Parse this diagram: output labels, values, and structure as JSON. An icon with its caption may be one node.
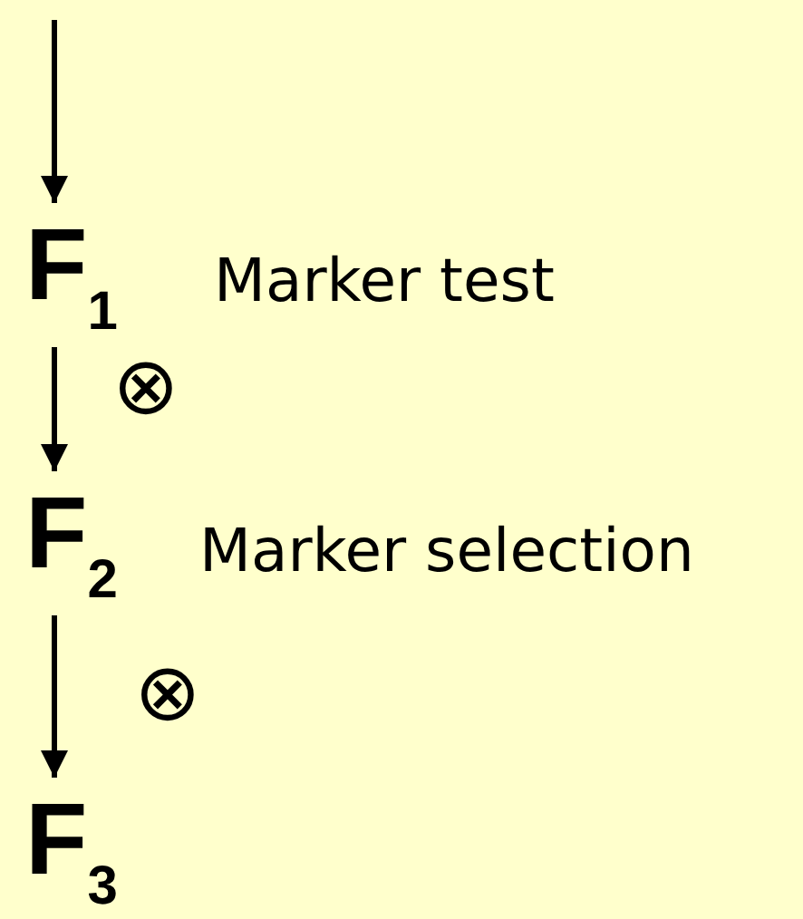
{
  "diagram": {
    "nodes": [
      {
        "text": [
          "F$_{1}$"
        ],
        "beside": [
          "Marker test"
        ]
      },
      {
        "text": [
          "F$_{2}$"
        ],
        "beside": [
          "Marker selection"
        ]
      },
      {
        "text": [
          "F$_{3}$"
        ]
      }
    ],
    "edges": [
      {
        "from": null,
        "to": 0,
        "arrow": "to"
      },
      {
        "from": 0,
        "to": 1,
        "arrow": "to"
      },
      {
        "from": 1,
        "to": 2,
        "arrow": "to"
      }
    ],
    "labels": [
      "⊗",
      "⊗"
    ]
  }
}
